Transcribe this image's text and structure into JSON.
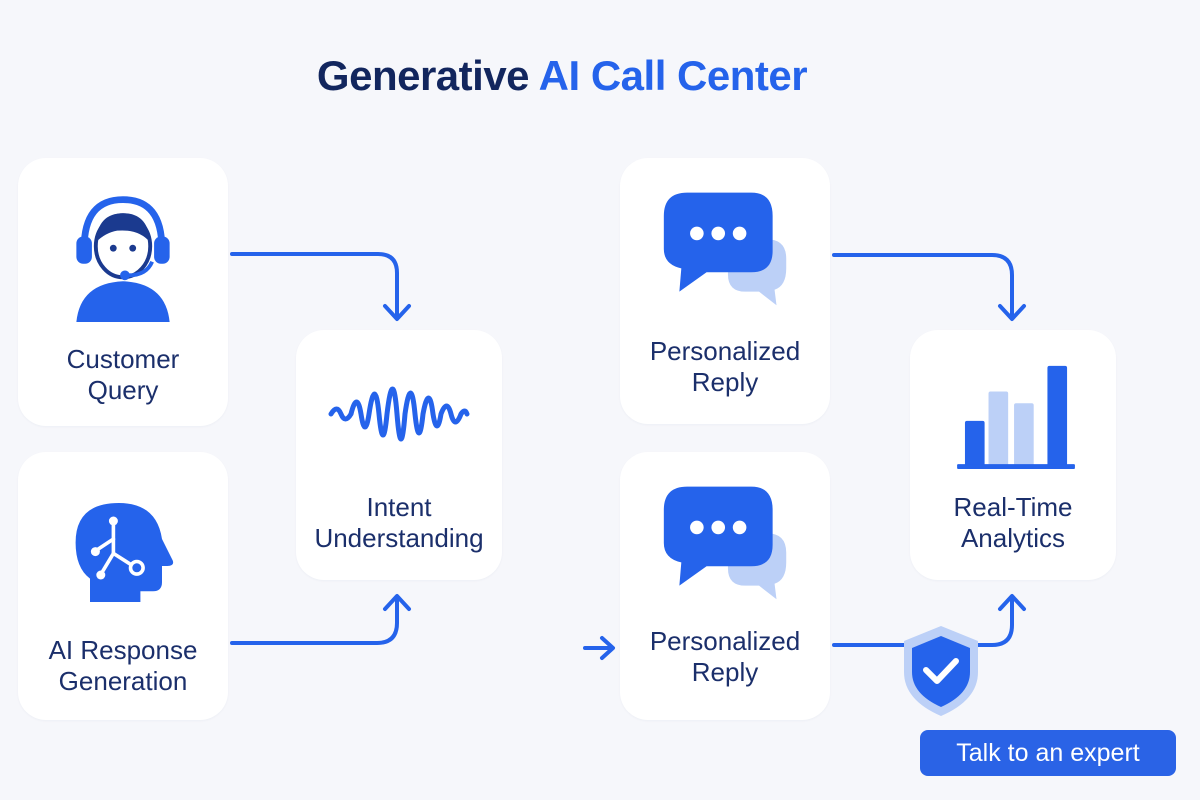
{
  "title": {
    "part1": "Generative",
    "part2": "AI Call Center"
  },
  "colors": {
    "navy": "#12265e",
    "accent": "#2563eb",
    "light_accent": "#bcd0f7",
    "card": "#ffffff",
    "background": "#f6f7fb"
  },
  "nodes": {
    "customer_query": {
      "icon": "agent-headset-icon",
      "line1": "Customer",
      "line2": "Query"
    },
    "ai_response": {
      "icon": "ai-head-icon",
      "line1": "AI Response",
      "line2": "Generation"
    },
    "intent": {
      "icon": "sound-wave-icon",
      "line1": "Intent",
      "line2": "Understanding"
    },
    "reply_top": {
      "icon": "chat-bubbles-icon",
      "line1": "Personalized",
      "line2": "Reply"
    },
    "reply_bottom": {
      "icon": "chat-bubbles-icon",
      "line1": "Personalized",
      "line2": "Reply"
    },
    "analytics": {
      "icon": "bar-chart-icon",
      "line1": "Real-Time",
      "line2": "Analytics"
    }
  },
  "badge_icon": "shield-check-icon",
  "cta": {
    "label": "Talk to an expert"
  }
}
